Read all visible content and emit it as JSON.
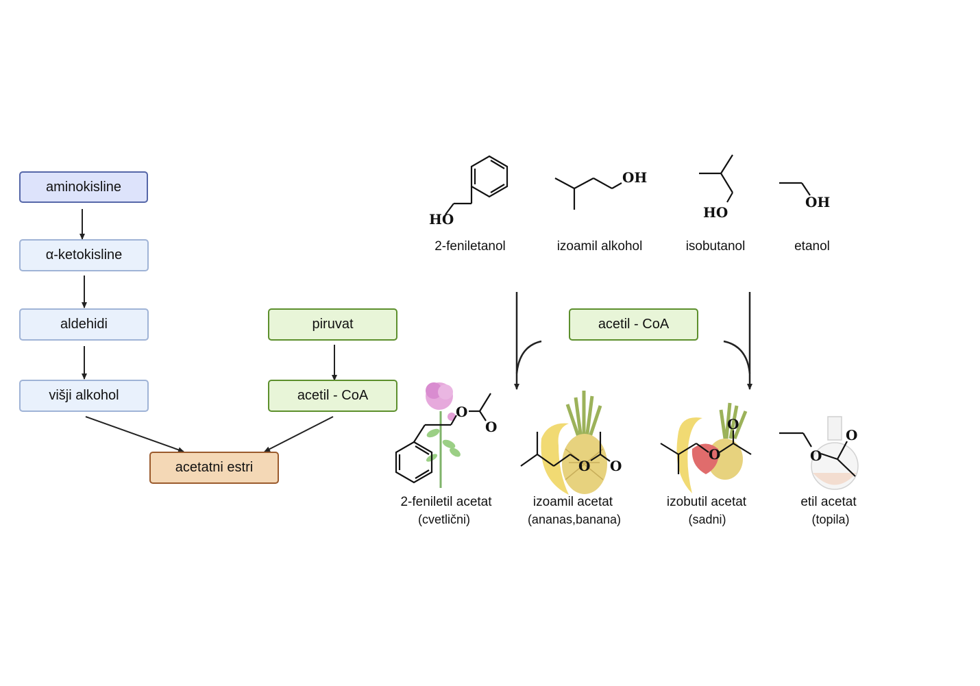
{
  "pathway": {
    "amino_acids": "aminokisline",
    "keto_acids": "α-ketokisline",
    "aldehydes": "aldehidi",
    "higher_alcohol": "višji alkohol",
    "pyruvate": "piruvat",
    "acetyl_coa": "acetil - CoA",
    "acetate_esters": "acetatni estri"
  },
  "alcohols": [
    {
      "name": "2-feniletanol"
    },
    {
      "name": "izoamil alkohol"
    },
    {
      "name": "isobutanol"
    },
    {
      "name": "etanol"
    }
  ],
  "reaction": {
    "cofactor": "acetil - CoA"
  },
  "esters": [
    {
      "name": "2-feniletil acetat",
      "note": "(cvetlični)"
    },
    {
      "name": "izoamil acetat",
      "note": "(ananas,banana)"
    },
    {
      "name": "izobutil acetat",
      "note": "(sadni)"
    },
    {
      "name": "etil acetat",
      "note": "(topila)"
    }
  ],
  "atoms": {
    "oh": "OH",
    "ho": "HO",
    "o": "O"
  },
  "colors": {
    "box_blue_dark": "#dde3fb",
    "box_blue": "#e9f1fc",
    "box_green": "#e8f5d8",
    "box_brown": "#f4d8b6"
  }
}
